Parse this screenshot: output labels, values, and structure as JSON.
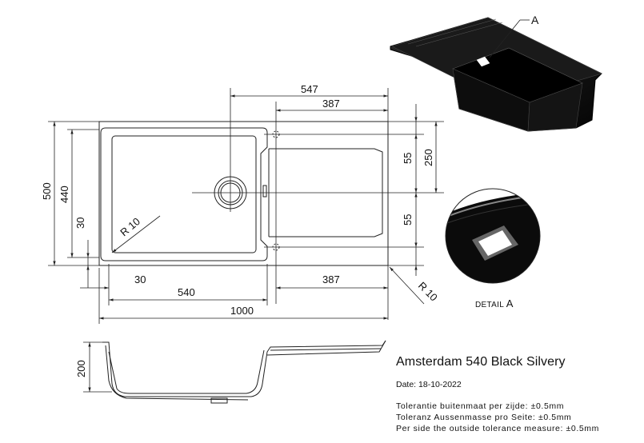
{
  "product": {
    "title": "Amsterdam 540 Black Silvery",
    "date": "Date: 18-10-2022",
    "tolerances": [
      "Tolerantie buitenmaat per zijde: ±0.5mm",
      "Toleranz Aussenmasse pro Seite: ±0.5mm",
      "Per side the outside tolerance measure: ±0.5mm"
    ]
  },
  "detail": {
    "callout_letter": "A",
    "label_prefix": "DETAIL",
    "label_letter": "A"
  },
  "dimensions": {
    "top_547": "547",
    "top_387": "387",
    "right_55_top": "55",
    "right_250": "250",
    "right_55_bottom": "55",
    "left_500": "500",
    "left_440": "440",
    "left_30": "30",
    "radius_inner": "R 10",
    "radius_outer": "R 10",
    "bottom_30": "30",
    "bottom_540": "540",
    "bottom_387": "387",
    "bottom_1000": "1000",
    "side_200": "200"
  },
  "colors": {
    "line": "#222222",
    "sink_black": "#111111",
    "sink_highlight": "#555555"
  }
}
